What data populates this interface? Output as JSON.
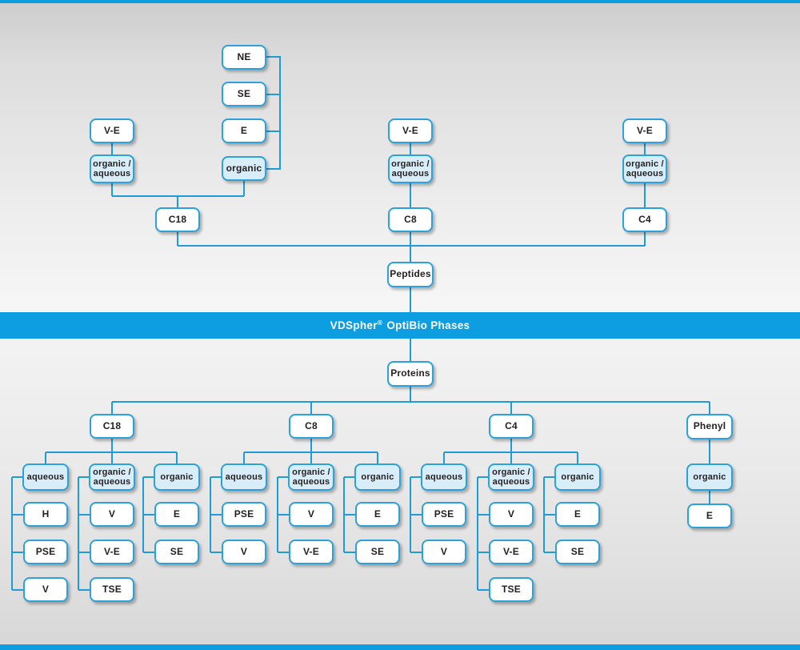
{
  "banner": {
    "brand": "VDSpher",
    "registered": "®",
    "suffix": "OptiBio Phases"
  },
  "colors": {
    "accent_blue": "#0d9ee1",
    "line_blue": "#1f9cd8",
    "box_border_blue": "#2ba2d9",
    "highlight_fill": "#d9edf9"
  },
  "peptides": {
    "label": "Peptides",
    "c18": {
      "label": "C18",
      "ve": "V-E",
      "organic_aqueous": "organic /\naqueous",
      "organic": "organic",
      "organic_phases": [
        "NE",
        "SE",
        "E"
      ]
    },
    "c8": {
      "label": "C8",
      "ve": "V-E",
      "organic_aqueous": "organic /\naqueous"
    },
    "c4": {
      "label": "C4",
      "ve": "V-E",
      "organic_aqueous": "organic /\naqueous"
    }
  },
  "proteins": {
    "label": "Proteins",
    "c18": {
      "label": "C18",
      "aqueous": {
        "label": "aqueous",
        "phases": [
          "H",
          "PSE",
          "V"
        ]
      },
      "organic_aqueous": {
        "label": "organic /\naqueous",
        "phases": [
          "V",
          "V-E",
          "TSE"
        ]
      },
      "organic": {
        "label": "organic",
        "phases": [
          "E",
          "SE"
        ]
      }
    },
    "c8": {
      "label": "C8",
      "aqueous": {
        "label": "aqueous",
        "phases": [
          "PSE",
          "V"
        ]
      },
      "organic_aqueous": {
        "label": "organic /\naqueous",
        "phases": [
          "V",
          "V-E"
        ]
      },
      "organic": {
        "label": "organic",
        "phases": [
          "E",
          "SE"
        ]
      }
    },
    "c4": {
      "label": "C4",
      "aqueous": {
        "label": "aqueous",
        "phases": [
          "PSE",
          "V"
        ]
      },
      "organic_aqueous": {
        "label": "organic /\naqueous",
        "phases": [
          "V",
          "V-E",
          "TSE"
        ]
      },
      "organic": {
        "label": "organic",
        "phases": [
          "E",
          "SE"
        ]
      }
    },
    "phenyl": {
      "label": "Phenyl",
      "organic": {
        "label": "organic",
        "phases": [
          "E"
        ]
      }
    }
  }
}
